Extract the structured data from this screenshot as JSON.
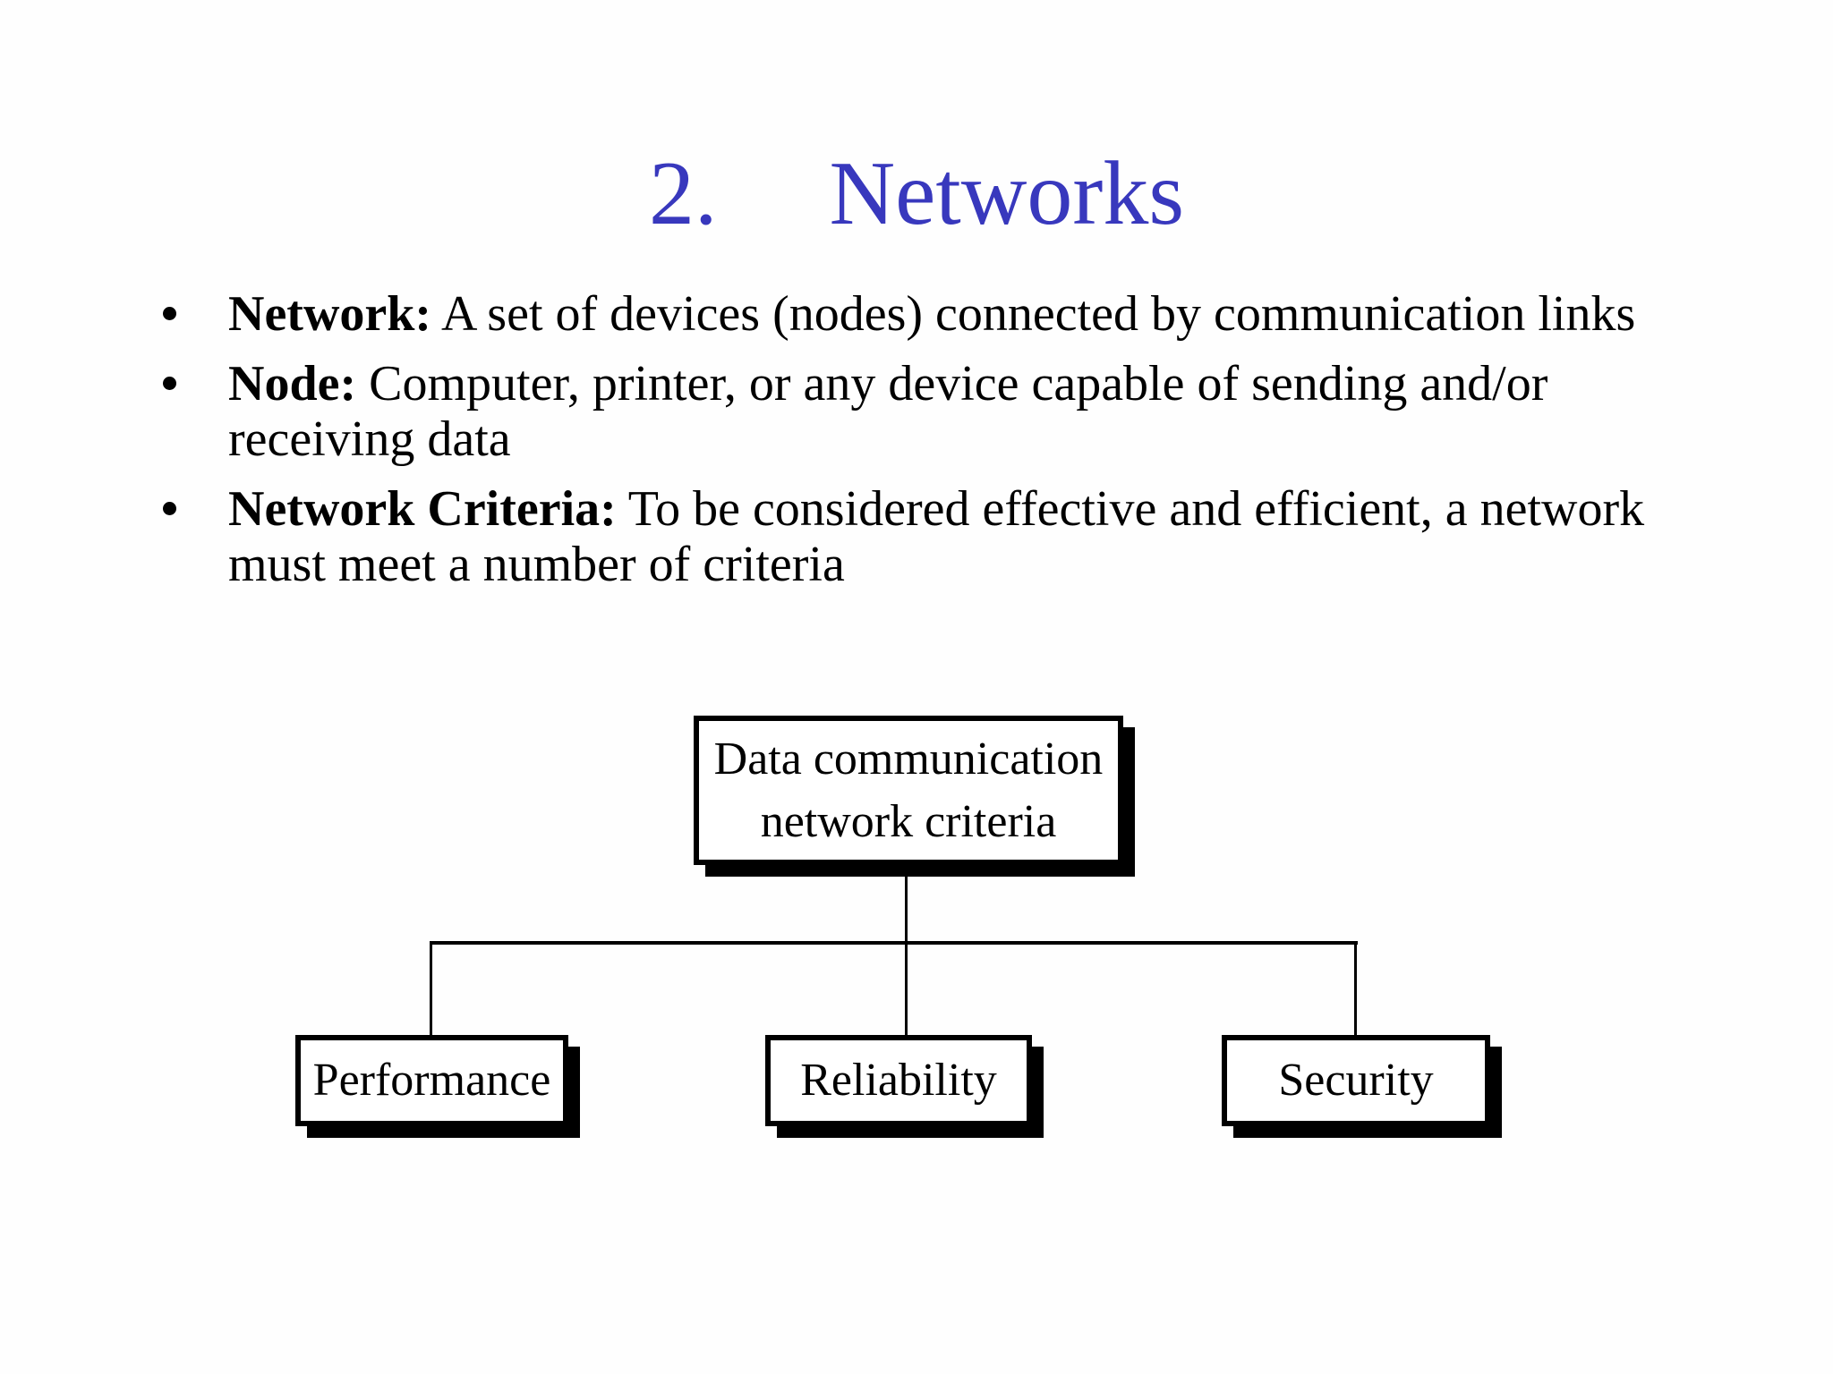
{
  "slide": {
    "title": {
      "number": "2.",
      "text": "Networks"
    },
    "bullets": [
      {
        "lead": "Network:",
        "rest": " A set of devices (nodes) connected by communication links"
      },
      {
        "lead": "Node:",
        "rest": " Computer, printer, or any device capable of sending and/or receiving data"
      },
      {
        "lead": "Network Criteria:",
        "rest": " To be considered effective and efficient, a network must meet a number of criteria"
      }
    ],
    "diagram": {
      "root": "Data communication network criteria",
      "children": [
        "Performance",
        "Reliability",
        "Security"
      ]
    },
    "colors": {
      "title_blue": "#3838bd",
      "text_black": "#000000",
      "box_fill": "#ffffff",
      "box_border": "#000000",
      "box_shadow": "#000000",
      "connector": "#000000",
      "background": "#fefefe"
    }
  }
}
